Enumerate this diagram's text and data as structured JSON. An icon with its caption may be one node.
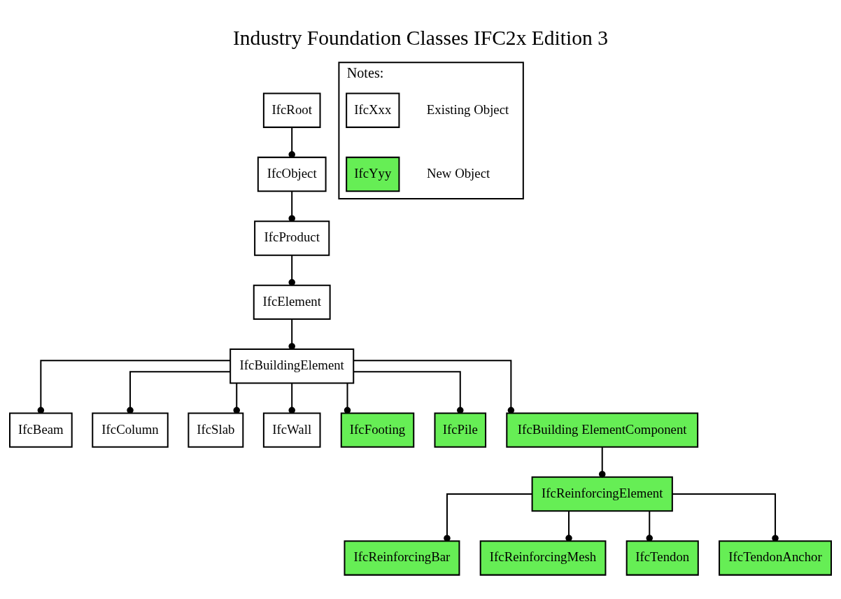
{
  "diagram": {
    "title": "Industry Foundation Classes IFC2x Edition 3",
    "nodes": [
      {
        "text": [
          "IfcRoot"
        ]
      },
      {
        "text": [
          "IfcObject"
        ]
      },
      {
        "text": [
          "IfcProduct"
        ]
      },
      {
        "text": [
          "IfcElement"
        ]
      },
      {
        "text": [
          "IfcBuildingElement"
        ]
      },
      {
        "text": [
          "IfcBeam"
        ]
      },
      {
        "text": [
          "IfcColumn"
        ]
      },
      {
        "text": [
          "IfcSlab"
        ]
      },
      {
        "text": [
          "IfcWall"
        ]
      },
      {
        "text": [
          "IfcFooting"
        ]
      },
      {
        "text": [
          "IfcPile"
        ]
      },
      {
        "text": [
          "IfcBuilding ElementComponent"
        ]
      },
      {
        "text": [
          "IfcReinforcingElement"
        ]
      },
      {
        "text": [
          "IfcReinforcingBar"
        ]
      },
      {
        "text": [
          "IfcReinforcingMesh"
        ]
      },
      {
        "text": [
          "IfcTendon"
        ]
      },
      {
        "text": [
          "IfcTendonAnchor"
        ]
      },
      {
        "text": [
          "Notes:"
        ]
      },
      {
        "text": [
          "IfcXxx"
        ],
        "in": 17,
        "beside": [
          "Existing Object"
        ]
      },
      {
        "text": [
          "IfcYyy"
        ],
        "in": 17,
        "beside": [
          "New Object"
        ]
      }
    ],
    "edges": [
      {
        "from": 0,
        "to": 1,
        "arrow": "other"
      },
      {
        "from": 1,
        "to": 2,
        "arrow": "other"
      },
      {
        "from": 2,
        "to": 3,
        "arrow": "other"
      },
      {
        "from": 3,
        "to": 4,
        "arrow": "other"
      },
      {
        "from": 4,
        "to": 5,
        "arrow": "other"
      },
      {
        "from": 4,
        "to": 6,
        "arrow": "other"
      },
      {
        "from": 4,
        "to": 7,
        "arrow": "other"
      },
      {
        "from": 4,
        "to": 8,
        "arrow": "other"
      },
      {
        "from": 4,
        "to": 9,
        "arrow": "other"
      },
      {
        "from": 4,
        "to": 10,
        "arrow": "other"
      },
      {
        "from": 4,
        "to": 11,
        "arrow": "other"
      },
      {
        "from": 11,
        "to": 12,
        "arrow": "other"
      },
      {
        "from": 12,
        "to": 13,
        "arrow": "other"
      },
      {
        "from": 12,
        "to": 14,
        "arrow": "other"
      },
      {
        "from": 12,
        "to": 15,
        "arrow": "other"
      },
      {
        "from": 12,
        "to": 16,
        "arrow": "other"
      }
    ]
  }
}
